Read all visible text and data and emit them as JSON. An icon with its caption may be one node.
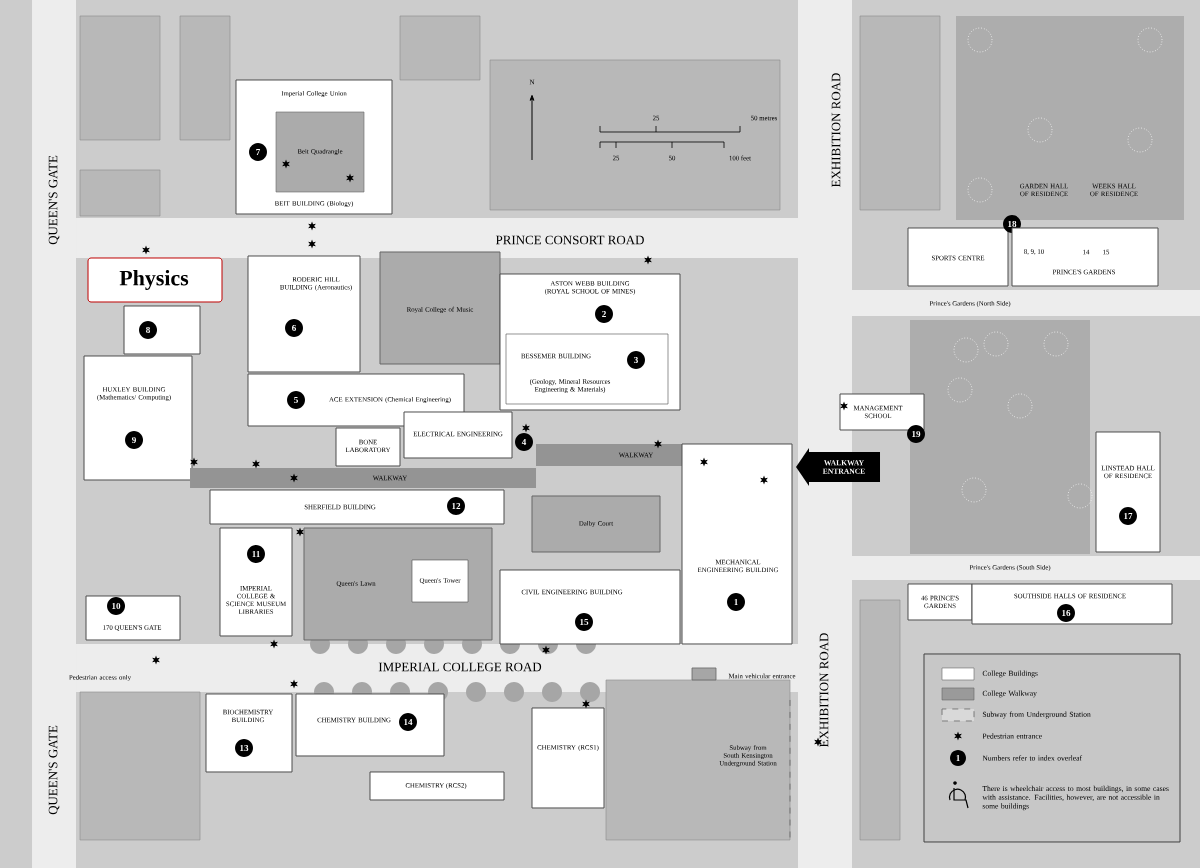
{
  "diagram": {
    "nodes": [
      {
        "text": [
          "Imperial College Union",
          "BEIT BUILDING (Biology)",
          "7"
        ]
      },
      {
        "text": [
          "Beit Quadrangle"
        ],
        "in": 0
      },
      {
        "text": [
          "Physics"
        ]
      },
      {
        "text": [
          "8"
        ]
      },
      {
        "text": [
          "HUXLEY BUILDING (Mathematics/ Computing)",
          "9"
        ]
      },
      {
        "text": [
          "RODERIC HILL BUILDING (Aeronautics)",
          "6"
        ]
      },
      {
        "text": [
          "Royal College of Music"
        ]
      },
      {
        "text": [
          "5",
          "ACE EXTENSION (Chemical Engineering)"
        ]
      },
      {
        "text": [
          "ASTON WEBB BUILDING (ROYAL SCHOOL OF MINES)",
          "2"
        ]
      },
      {
        "text": [
          "BESSEMER BUILDING",
          "(Geology, Mineral Resources Engineering & Materials)",
          "3"
        ],
        "in": 8
      },
      {
        "text": [
          "SPORTS CENTRE",
          "18"
        ]
      },
      {
        "text": [
          "8, 9, 10",
          "14",
          "15",
          "PRINCE'S GARDENS"
        ]
      },
      {
        "text": [
          "MANAGEMENT SCHOOL",
          "19"
        ]
      },
      {
        "text": [
          "BONE LABORATORY"
        ]
      },
      {
        "text": [
          "ELECTRICAL ENGINEERING",
          "4"
        ]
      },
      {
        "text": [
          "WALKWAY"
        ]
      },
      {
        "text": [
          "WALKWAY ENTRANCE"
        ]
      },
      {
        "text": [
          "WALKWAY"
        ]
      },
      {
        "text": [
          "SHERFIELD BUILDING",
          "12"
        ]
      },
      {
        "text": [
          "Dalby Court"
        ]
      },
      {
        "text": [
          "LINSTEAD HALL OF RESIDENCE",
          "17"
        ]
      },
      {
        "text": [
          "11",
          "IMPERIAL COLLEGE & SCIENCE MUSEUM LIBRARIES"
        ]
      },
      {
        "text": [
          "Queen's Lawn"
        ]
      },
      {
        "text": [
          "Queen's Tower"
        ],
        "in": 22
      },
      {
        "text": [
          "MECHANICAL ENGINEERING BUILDING",
          "1"
        ]
      },
      {
        "text": [
          "10",
          "170 QUEEN'S GATE"
        ]
      },
      {
        "text": [
          "CIVIL ENGINEERING BUILDING",
          "15"
        ]
      },
      {
        "text": [
          "46 PRINCE'S GARDENS"
        ]
      },
      {
        "text": [
          "SOUTHSIDE HALLS OF RESIDENCE",
          "16"
        ]
      },
      {
        "text": [
          "BIOCHEMISTRY BUILDING",
          "13"
        ]
      },
      {
        "text": [
          "CHEMISTRY BUILDING",
          "14"
        ]
      },
      {
        "text": [
          "CHEMISTRY (RCS1)"
        ]
      },
      {
        "text": [
          "CHEMISTRY (RCS2)"
        ]
      }
    ],
    "labels": [
      "N",
      "25",
      "50 metres",
      "25",
      "50",
      "100 feet",
      "QUEEN'S GATE",
      "EXHIBITION ROAD",
      "GARDEN HALL OF RESIDENCE",
      "WEEKS HALL OF RESIDENCE",
      "PRINCE CONSORT ROAD",
      "Prince's Gardens (North Side)",
      "Prince's Gardens (South Side)",
      "IMPERIAL COLLEGE ROAD",
      "Pedestrian access only",
      "Main vehicular entrance",
      "QUEEN'S GATE",
      "EXHIBITION ROAD",
      "Subway from South Kensington Underground Station",
      "1"
    ],
    "legend": [
      {
        "text": "College Buildings",
        "color": "#ffffff"
      },
      {
        "text": "College Walkway",
        "color": "#9a9a9a"
      },
      {
        "text": "Subway from Underground Station"
      },
      {
        "text": "Pedestrian entrance"
      },
      {
        "text": "Numbers refer to index overleaf"
      },
      {
        "text": "There is wheelchair access to most buildings, in some cases with assistance. Facilities, however, are not accessible in some buildings"
      }
    ]
  }
}
